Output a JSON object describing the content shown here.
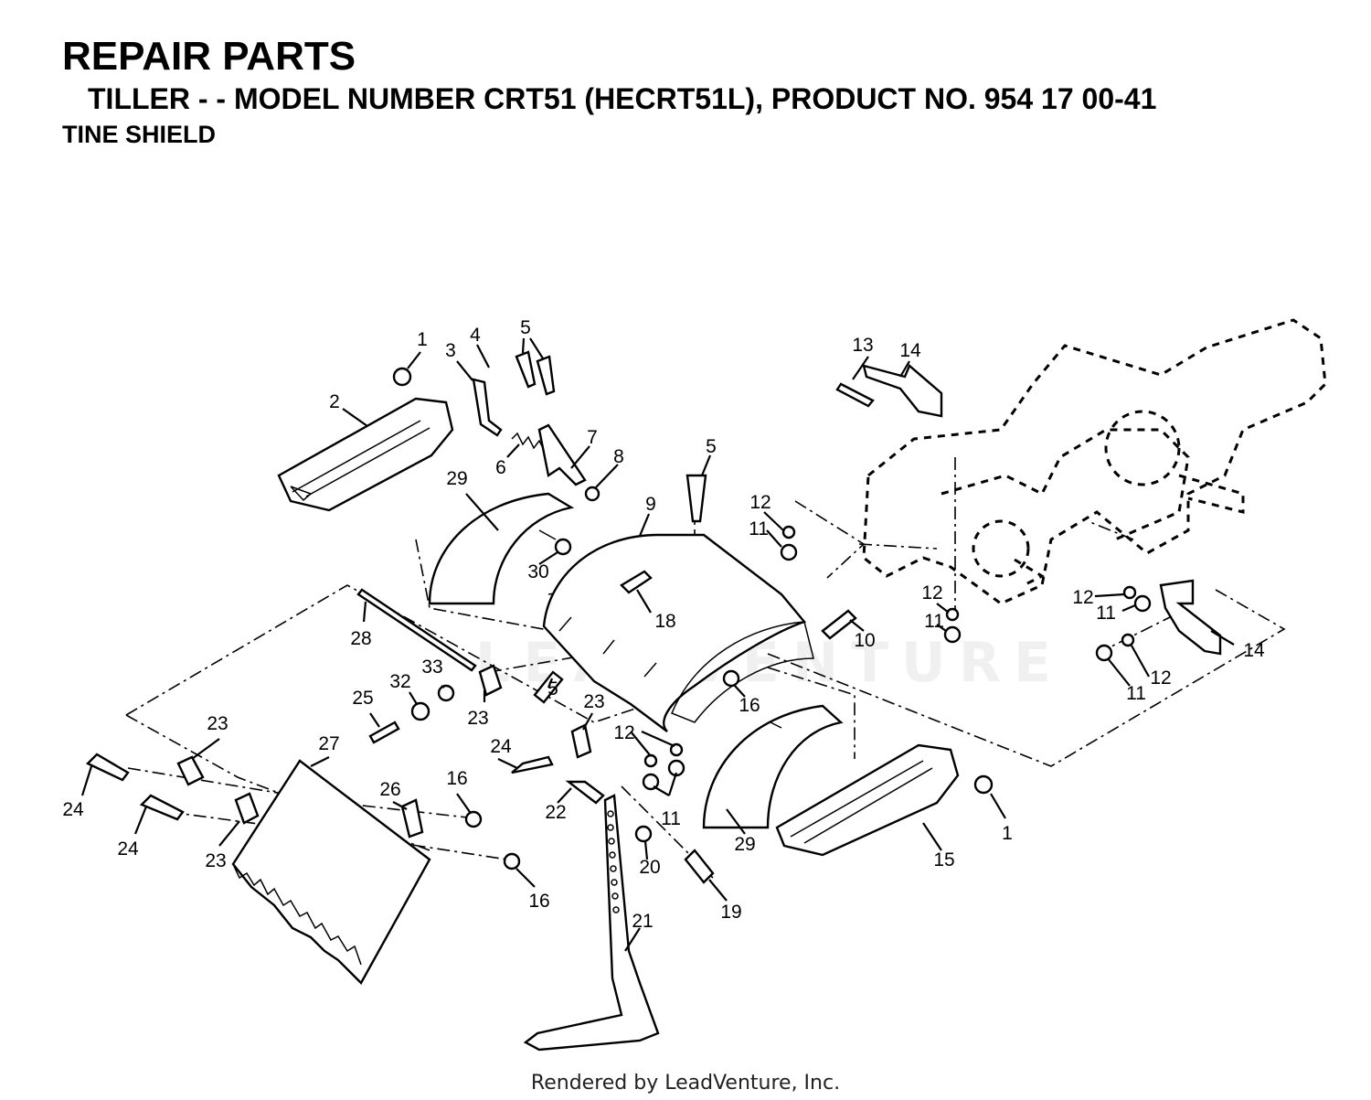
{
  "header": {
    "title": "REPAIR PARTS",
    "subtitle": "TILLER - - MODEL NUMBER CRT51 (HECRT51L), PRODUCT NO. 954 17 00-41",
    "section": "TINE SHIELD"
  },
  "watermark": "LEADVENTURE",
  "footer": "Rendered by LeadVenture, Inc.",
  "callouts": [
    {
      "id": "c-1a",
      "label": "1"
    },
    {
      "id": "c-2",
      "label": "2"
    },
    {
      "id": "c-3",
      "label": "3"
    },
    {
      "id": "c-4",
      "label": "4"
    },
    {
      "id": "c-5a",
      "label": "5"
    },
    {
      "id": "c-5b",
      "label": "5"
    },
    {
      "id": "c-5c",
      "label": "5"
    },
    {
      "id": "c-6",
      "label": "6"
    },
    {
      "id": "c-7",
      "label": "7"
    },
    {
      "id": "c-8",
      "label": "8"
    },
    {
      "id": "c-9",
      "label": "9"
    },
    {
      "id": "c-10",
      "label": "10"
    },
    {
      "id": "c-11a",
      "label": "11"
    },
    {
      "id": "c-11b",
      "label": "11"
    },
    {
      "id": "c-11c",
      "label": "11"
    },
    {
      "id": "c-11d",
      "label": "11"
    },
    {
      "id": "c-11e",
      "label": "11"
    },
    {
      "id": "c-12a",
      "label": "12"
    },
    {
      "id": "c-12b",
      "label": "12"
    },
    {
      "id": "c-12c",
      "label": "12"
    },
    {
      "id": "c-12d",
      "label": "12"
    },
    {
      "id": "c-12e",
      "label": "12"
    },
    {
      "id": "c-13",
      "label": "13"
    },
    {
      "id": "c-14a",
      "label": "14"
    },
    {
      "id": "c-14b",
      "label": "14"
    },
    {
      "id": "c-15",
      "label": "15"
    },
    {
      "id": "c-16a",
      "label": "16"
    },
    {
      "id": "c-16b",
      "label": "16"
    },
    {
      "id": "c-16c",
      "label": "16"
    },
    {
      "id": "c-18",
      "label": "18"
    },
    {
      "id": "c-19",
      "label": "19"
    },
    {
      "id": "c-20",
      "label": "20"
    },
    {
      "id": "c-21",
      "label": "21"
    },
    {
      "id": "c-22",
      "label": "22"
    },
    {
      "id": "c-23a",
      "label": "23"
    },
    {
      "id": "c-23b",
      "label": "23"
    },
    {
      "id": "c-23c",
      "label": "23"
    },
    {
      "id": "c-23d",
      "label": "23"
    },
    {
      "id": "c-24a",
      "label": "24"
    },
    {
      "id": "c-24b",
      "label": "24"
    },
    {
      "id": "c-24c",
      "label": "24"
    },
    {
      "id": "c-25",
      "label": "25"
    },
    {
      "id": "c-26",
      "label": "26"
    },
    {
      "id": "c-27",
      "label": "27"
    },
    {
      "id": "c-28",
      "label": "28"
    },
    {
      "id": "c-29a",
      "label": "29"
    },
    {
      "id": "c-29b",
      "label": "29"
    },
    {
      "id": "c-30",
      "label": "30"
    },
    {
      "id": "c-32",
      "label": "32"
    },
    {
      "id": "c-33",
      "label": "33"
    },
    {
      "id": "c-1b",
      "label": "1"
    }
  ]
}
